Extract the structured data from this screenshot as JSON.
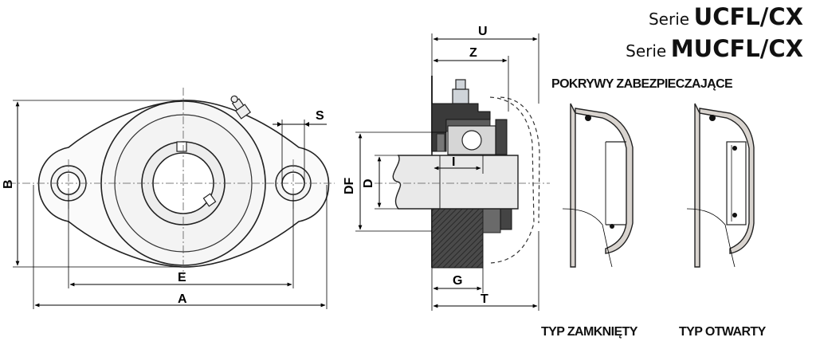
{
  "header": {
    "line1_prefix": "Serie",
    "line1_model": "UCFL/CX",
    "line2_prefix": "Serie",
    "line2_model": "MUCFL/CX"
  },
  "covers_title": "POKRYWY ZABEZPIECZAJĄCE",
  "cover_closed_label": "TYP ZAMKNIĘTY",
  "cover_open_label": "TYP OTWARTY",
  "dimensions": {
    "A": "A",
    "B": "B",
    "E": "E",
    "S": "S",
    "U": "U",
    "Z": "Z",
    "DF": "DF",
    "D": "D",
    "I": "I",
    "G": "G",
    "T": "T"
  },
  "colors": {
    "line": "#000000",
    "housing": "#fafafa",
    "seal_dark": "#3a3a3a",
    "insert_gray": "#6a6a6a",
    "shaft": "#e9e9e9",
    "cover": "#d9d4cf"
  }
}
